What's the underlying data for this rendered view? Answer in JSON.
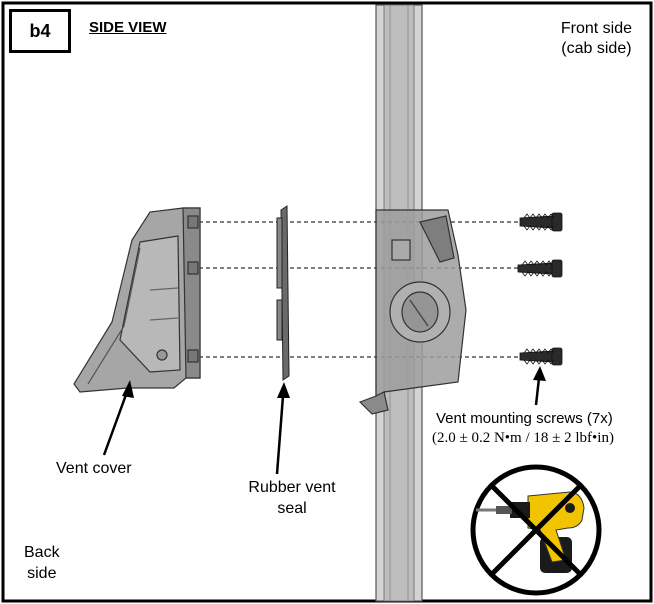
{
  "step_badge": "b4",
  "view_title": "SIDE VIEW",
  "front_side": {
    "line1": "Front side",
    "line2": "(cab side)"
  },
  "back_side": {
    "line1": "Back",
    "line2": "side"
  },
  "callouts": {
    "vent_cover": "Vent cover",
    "rubber_vent_seal_line1": "Rubber vent",
    "rubber_vent_seal_line2": "seal",
    "vent_mounting_screws": "Vent mounting screws (7x)",
    "torque_spec": "(2.0 ± 0.2 N•m / 18 ± 2 lbf•in)"
  },
  "icons": {
    "no_power_drill": "no-power-drill-icon"
  },
  "colors": {
    "outline": "#000000",
    "part_gray": "#9a9a9a",
    "wall_gray": "#c8c8c8",
    "drill_yellow": "#f2c400",
    "drill_black": "#1a1a1a"
  }
}
